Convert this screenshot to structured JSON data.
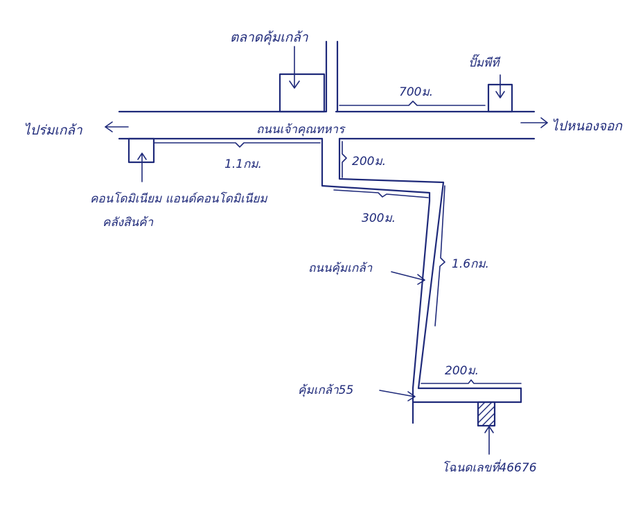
{
  "labels": {
    "talad_market": "ตลาดคุ้มเกล้า",
    "gas_station": "ปั๊มพีที",
    "dist_700": "700ม.",
    "to_left": "ไปร่มเกล้า",
    "to_right": "ไปหนองจอก",
    "main_road": "ถนนเจ้าคุณทหาร",
    "dist_1_1": "1.1กม.",
    "dist_200_a": "200ม.",
    "dist_300": "300ม.",
    "warehouse_line1": "คอนโดมิเนียม แอนด์คอนโดมิเนียม",
    "warehouse_line2": "คลังสินค้า",
    "side_road": "ถนนคุ้มเกล้า",
    "dist_1_6": "1.6กม.",
    "dist_200_b": "200ม.",
    "soi": "คุ้มเกล้า55",
    "land_plot": "โฉนดเลขที่46676"
  },
  "colors": {
    "ink": "#1f2a7a",
    "paper": "#ffffff"
  }
}
